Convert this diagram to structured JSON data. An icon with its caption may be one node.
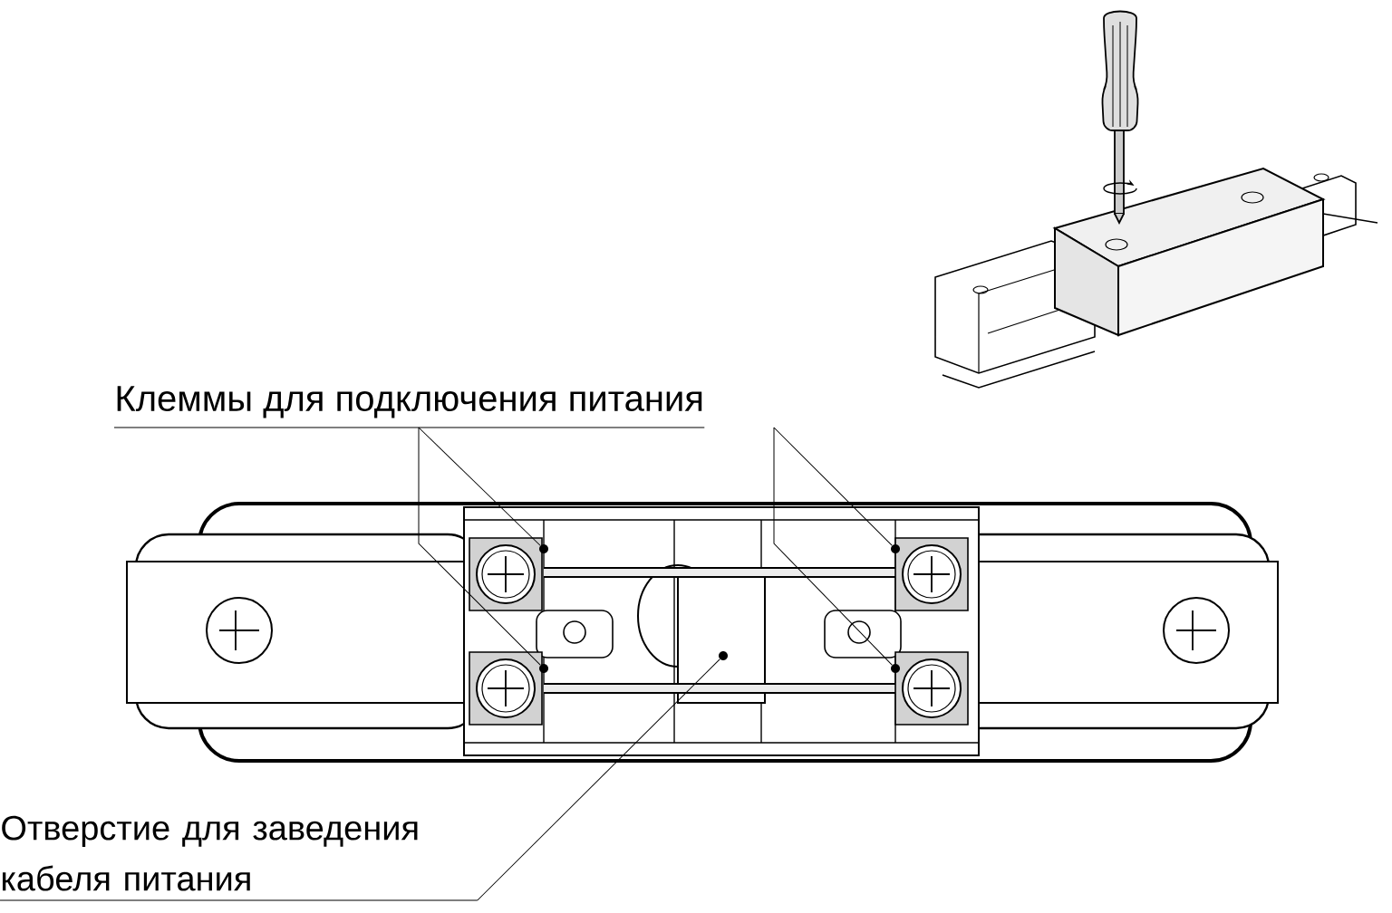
{
  "diagram": {
    "nodes": [
      {
        "text": [
          "Клеммы для подключения питания"
        ]
      },
      {
        "text": [],
        "shape": "circle"
      },
      {
        "text": [],
        "shape": "circle"
      },
      {
        "text": [],
        "shape": "circle"
      },
      {
        "text": [],
        "shape": "circle"
      },
      {
        "text": [],
        "shape": "circle"
      },
      {
        "text": [
          "Отверстие для заведения кабеля питания"
        ]
      }
    ],
    "edges": [
      {
        "from": 0,
        "to": 1,
        "arrow": "none"
      },
      {
        "from": 0,
        "to": 2,
        "arrow": "none"
      },
      {
        "from": 0,
        "to": 3,
        "arrow": "none"
      },
      {
        "from": 0,
        "to": 4,
        "arrow": "none"
      },
      {
        "from": 6,
        "to": 5,
        "arrow": "none"
      }
    ]
  }
}
